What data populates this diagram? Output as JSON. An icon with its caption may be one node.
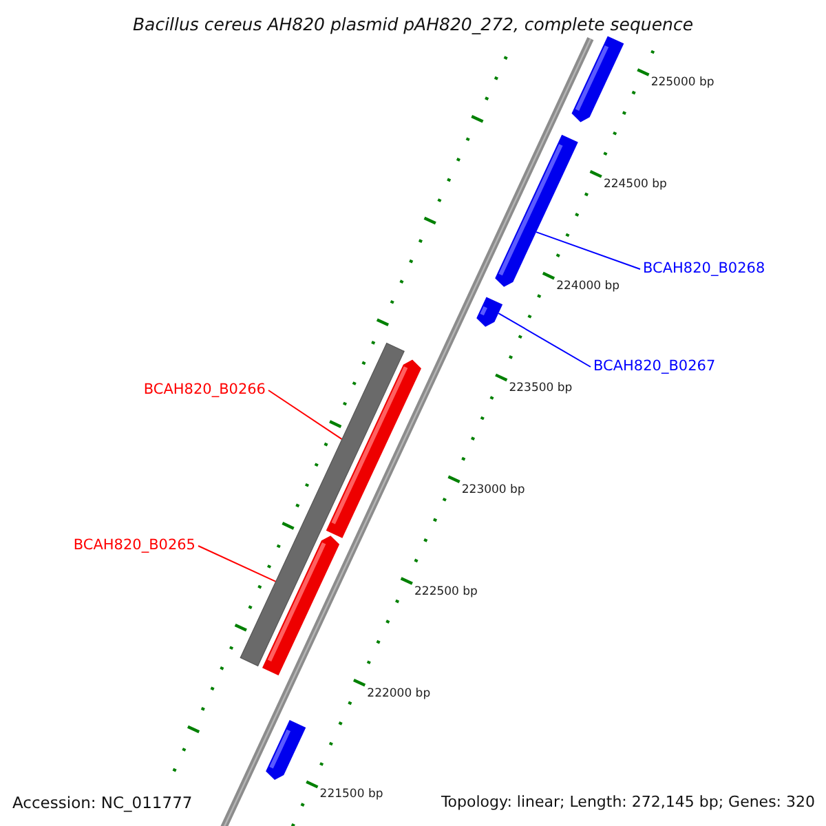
{
  "diagram": {
    "title": "Bacillus cereus AH820 plasmid pAH820_272, complete sequence",
    "nodes": [
      {
        "text": [
          "BCAH820_B0268"
        ]
      },
      {
        "text": [
          "BCAH820_B0267"
        ]
      },
      {
        "text": [
          "BCAH820_B0266"
        ]
      },
      {
        "text": [
          "BCAH820_B0265"
        ]
      },
      {
        "text": [],
        "shape": "arrow"
      },
      {
        "text": [],
        "shape": "arrow"
      },
      {
        "text": [],
        "shape": "arrow"
      },
      {
        "text": [],
        "shape": "bar"
      },
      {
        "text": [],
        "shape": "arrow"
      },
      {
        "text": [],
        "shape": "arrow"
      },
      {
        "text": [],
        "shape": "arrow"
      }
    ],
    "edges": [
      {
        "from": 0,
        "to": 5,
        "arrow": "none",
        "color": "#0000ff"
      },
      {
        "from": 1,
        "to": 6,
        "arrow": "none",
        "color": "#0000ff"
      },
      {
        "from": 2,
        "to": 7,
        "arrow": "none",
        "color": "#ff0000"
      },
      {
        "from": 3,
        "to": 7,
        "arrow": "none",
        "color": "#ff0000"
      }
    ],
    "labels": [
      "225000 bp",
      "224500 bp",
      "224000 bp",
      "223500 bp",
      "223000 bp",
      "222500 bp",
      "222000 bp",
      "221500 bp",
      "Accession: NC_011777",
      "Topology: linear; Length: 272,145 bp; Genes: 320"
    ]
  }
}
